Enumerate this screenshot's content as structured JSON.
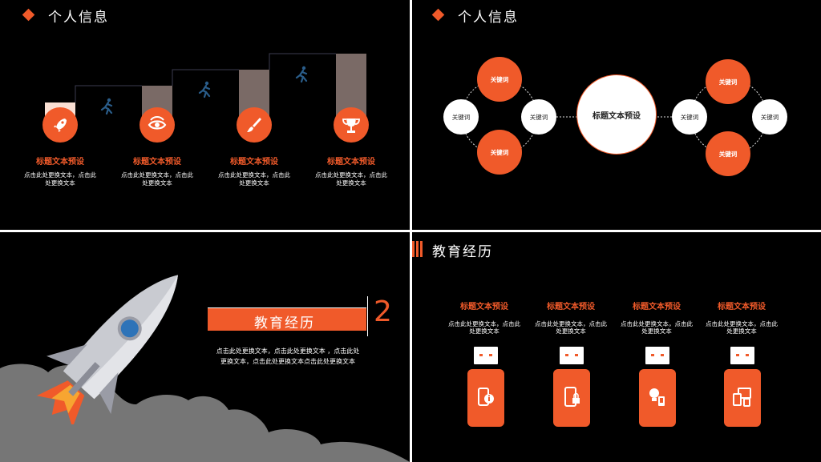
{
  "slide1": {
    "title": "个人信息",
    "items": [
      {
        "icon": "rocket-icon",
        "title": "标题文本预设",
        "body": "点击此处更换文本，点击此处更换文本"
      },
      {
        "icon": "eye-refresh-icon",
        "title": "标题文本预设",
        "body": "点击此处更换文本，点击此处更换文本"
      },
      {
        "icon": "brush-icon",
        "title": "标题文本预设",
        "body": "点击此处更换文本，点击此处更换文本"
      },
      {
        "icon": "trophy-icon",
        "title": "标题文本预设",
        "body": "点击此处更换文本，点击此处更换文本"
      }
    ]
  },
  "slide2": {
    "title": "个人信息",
    "center": "标题文本预设",
    "keyword": "关键词",
    "left": [
      "关键词",
      "关键词",
      "关键词",
      "关键词"
    ],
    "right": [
      "关键词",
      "关键词",
      "关键词",
      "关键词"
    ]
  },
  "slide3": {
    "section_title": "教育经历",
    "number": "2",
    "body": "点击此处更换文本，点击此处更换文本 ，点击此处更换文本，点击此处更换文本点击此处更换文本"
  },
  "slide4": {
    "title": "教育经历",
    "items": [
      {
        "icon": "phone-info-icon",
        "title": "标题文本预设",
        "body": "点击此处更换文本，点击此处更换文本"
      },
      {
        "icon": "phone-lock-icon",
        "title": "标题文本预设",
        "body": "点击此处更换文本，点击此处更换文本"
      },
      {
        "icon": "bulb-device-icon",
        "title": "标题文本预设",
        "body": "点击此处更换文本，点击此处更换文本"
      },
      {
        "icon": "devices-icon",
        "title": "标题文本预设",
        "body": "点击此处更换文本，点击此处更换文本"
      }
    ]
  },
  "colors": {
    "accent": "#f05a2a",
    "background": "#000000",
    "runner": "#2a5d8a"
  }
}
